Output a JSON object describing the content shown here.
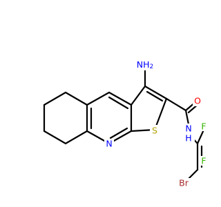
{
  "molecule": {
    "colors": {
      "bond": "#000000",
      "nitrogen": "#0000ff",
      "oxygen": "#ff0000",
      "sulfur": "#b3a100",
      "fluorine": "#33b300",
      "bromine": "#a52a2a"
    },
    "labels": {
      "amino": "NH",
      "amino_sub": "2",
      "ring_n": "N",
      "thio_s": "S",
      "carbonyl_o": "O",
      "amide_n": "N",
      "amide_h": "H",
      "f_top": "F",
      "f_right": "F",
      "br": "Br"
    }
  }
}
